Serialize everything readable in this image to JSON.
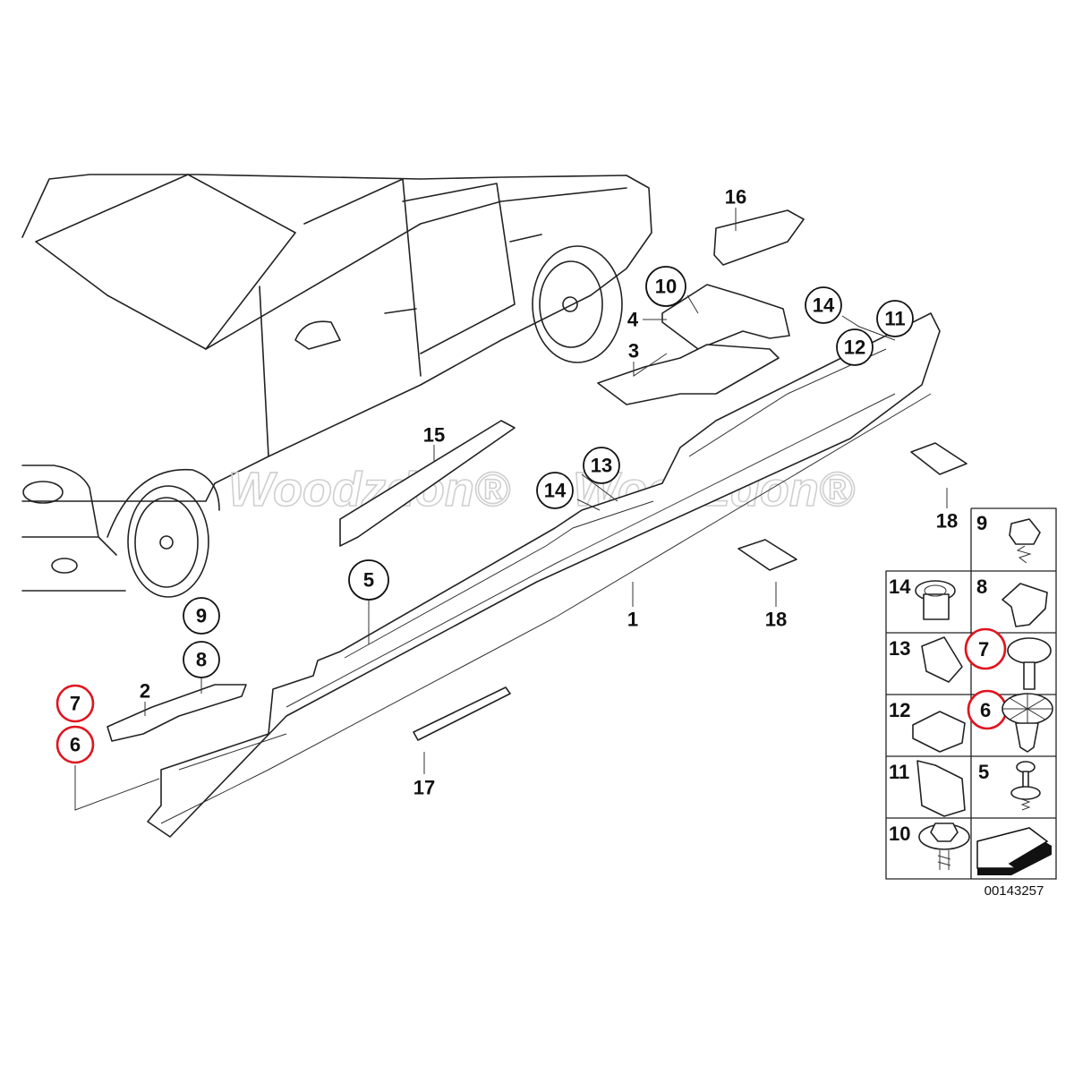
{
  "diagram": {
    "watermark": "Woodzdon®",
    "diagram_code": "00143257",
    "callouts": {
      "c16": "16",
      "c10": "10",
      "c4": "4",
      "c3": "3",
      "c14a": "14",
      "c11": "11",
      "c12": "12",
      "c15": "15",
      "c13": "13",
      "c14b": "14",
      "c18a": "18",
      "c18b": "18",
      "c5": "5",
      "c1": "1",
      "c9": "9",
      "c8": "8",
      "c2": "2",
      "c7": "7",
      "c6": "6",
      "c17": "17"
    },
    "highlight_color": "#e0141e",
    "legend": {
      "r0_right": "9",
      "r1_left": "14",
      "r1_right": "8",
      "r2_left": "13",
      "r2_right": "7",
      "r3_left": "12",
      "r3_right": "6",
      "r4_left": "11",
      "r4_right": "5",
      "r5_left": "10"
    }
  }
}
